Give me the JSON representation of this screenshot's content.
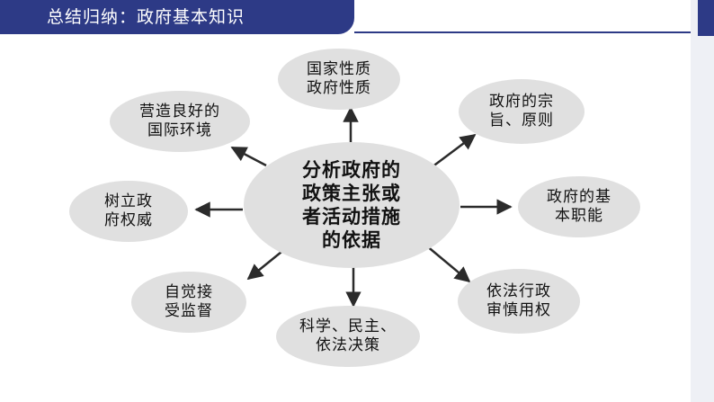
{
  "header": {
    "title": "总结归纳：政府基本知识"
  },
  "diagram": {
    "center": "分析政府的\n政策主张或\n者活动措施\n的依据",
    "nodes": [
      {
        "id": "top",
        "text": "国家性质\n政府性质"
      },
      {
        "id": "top-right",
        "text": "政府的宗\n旨、原则"
      },
      {
        "id": "right",
        "text": "政府的基\n本职能"
      },
      {
        "id": "bottom-right",
        "text": "依法行政\n审慎用权"
      },
      {
        "id": "bottom",
        "text": "科学、民主、\n依法决策"
      },
      {
        "id": "bottom-left",
        "text": "自觉接\n受监督"
      },
      {
        "id": "left",
        "text": "树立政\n府权威"
      },
      {
        "id": "top-left",
        "text": "营造良好的\n国际环境"
      }
    ],
    "colors": {
      "ellipse": "#e0e0e0",
      "arrow": "#2b2b2b",
      "header": "#2d3a86"
    }
  }
}
